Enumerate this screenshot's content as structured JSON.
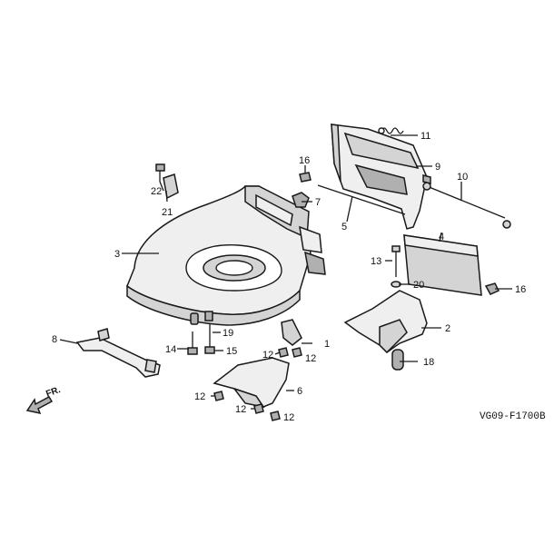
{
  "diagram": {
    "code": "VG09-F1700B",
    "forward_label": "FR.",
    "callouts": {
      "c1": "1",
      "c2": "2",
      "c3": "3",
      "c4": "4",
      "c5": "5",
      "c6": "6",
      "c7": "7",
      "c8": "8",
      "c9": "9",
      "c10": "10",
      "c11": "11",
      "c12a": "12",
      "c12b": "12",
      "c12c": "12",
      "c12d": "12",
      "c12e": "12",
      "c13": "13",
      "c14": "14",
      "c15": "15",
      "c16a": "16",
      "c16b": "16",
      "c18": "18",
      "c19": "19",
      "c20": "20",
      "c21": "21",
      "c22": "22"
    }
  }
}
